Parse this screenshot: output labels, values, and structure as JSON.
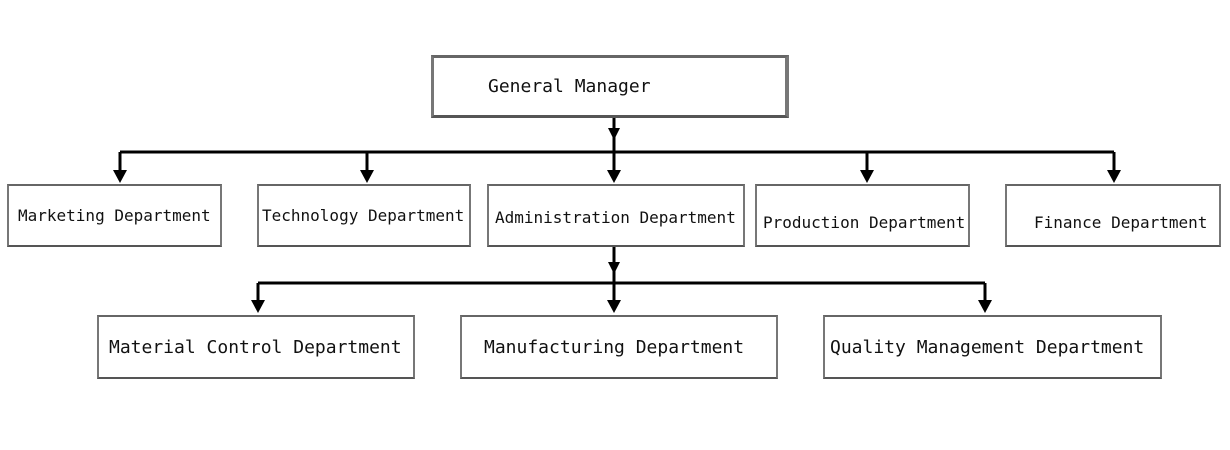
{
  "org_chart": {
    "root": {
      "label": "General Manager"
    },
    "departments": [
      {
        "label": "Marketing Department"
      },
      {
        "label": "Technology Department"
      },
      {
        "label": "Administration Department"
      },
      {
        "label": "Production Department"
      },
      {
        "label": "Finance Department"
      }
    ],
    "sub_departments": [
      {
        "label": "Material Control Department"
      },
      {
        "label": "Manufacturing Department"
      },
      {
        "label": "Quality Management Department"
      }
    ],
    "colors": {
      "line": "#000000",
      "border": "#777777",
      "text": "#111111",
      "background": "#ffffff"
    }
  }
}
